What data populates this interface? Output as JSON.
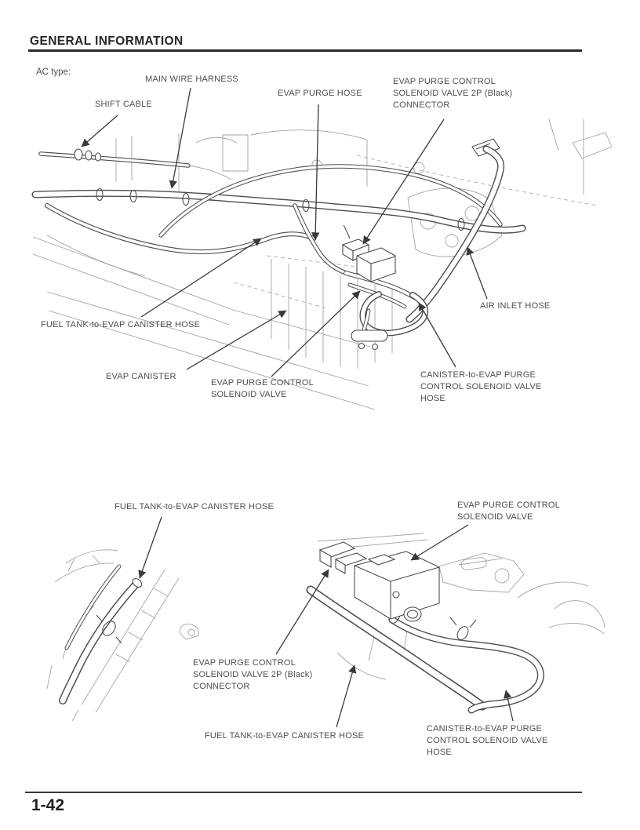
{
  "header": {
    "title": "GENERAL INFORMATION"
  },
  "page": {
    "variant_label": "AC type:",
    "page_number": "1-42"
  },
  "diagram_top": {
    "labels": {
      "main_wire_harness": "MAIN WIRE HARNESS",
      "shift_cable": "SHIFT CABLE",
      "evap_purge_hose": "EVAP PURGE HOSE",
      "evap_purge_control_solenoid_valve_connector": "EVAP PURGE CONTROL\nSOLENOID VALVE 2P (Black)\nCONNECTOR",
      "fuel_tank_to_evap_canister_hose": "FUEL TANK-to-EVAP CANISTER HOSE",
      "evap_canister": "EVAP CANISTER",
      "evap_purge_control_solenoid_valve": "EVAP PURGE CONTROL\nSOLENOID VALVE",
      "air_inlet_hose": "AIR INLET HOSE",
      "canister_to_evap_hose": "CANISTER-to-EVAP PURGE\nCONTROL SOLENOID VALVE\nHOSE"
    }
  },
  "diagram_bottom": {
    "labels": {
      "fuel_tank_to_evap_canister_hose_top": "FUEL TANK-to-EVAP CANISTER HOSE",
      "evap_purge_control_solenoid_valve": "EVAP PURGE CONTROL\nSOLENOID VALVE",
      "evap_purge_control_solenoid_valve_connector": "EVAP PURGE CONTROL\nSOLENOID VALVE 2P (Black)\nCONNECTOR",
      "fuel_tank_to_evap_canister_hose_bottom": "FUEL TANK-to-EVAP CANISTER HOSE",
      "canister_to_evap_hose": "CANISTER-to-EVAP PURGE\nCONTROL SOLENOID VALVE\nHOSE"
    }
  }
}
